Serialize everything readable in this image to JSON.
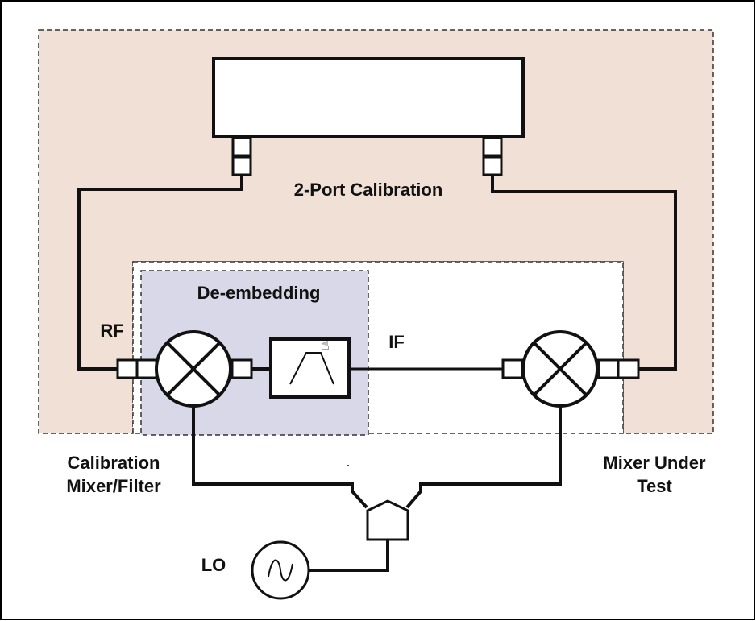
{
  "labels": {
    "calibration": "2-Port Calibration",
    "deembedding": "De-embedding",
    "rf": "RF",
    "if": "IF",
    "lo": "LO",
    "cal_mixer_line1": "Calibration",
    "cal_mixer_line2": "Mixer/Filter",
    "mut_line1": "Mixer Under",
    "mut_line2": "Test"
  },
  "colors": {
    "calibration_region": "#f0e0d6",
    "deembedding_region": "#d8d8e8",
    "line": "#111111",
    "frame": "#000000"
  }
}
